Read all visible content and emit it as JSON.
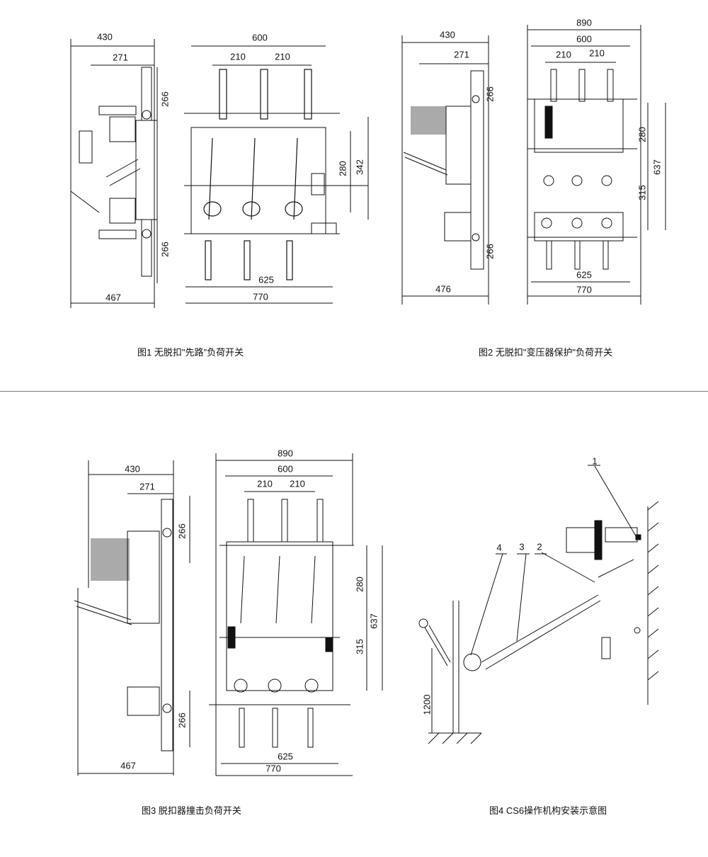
{
  "figures": [
    {
      "caption": "图1 无脱扣\"先路\"负荷开关",
      "dims": {
        "w430": "430",
        "w271": "271",
        "w600": "600",
        "w210a": "210",
        "w210b": "210",
        "h266top": "266",
        "h280": "280",
        "h342": "342",
        "h266bot": "266",
        "w625": "625",
        "w467": "467",
        "w770": "770"
      }
    },
    {
      "caption": "图2 无脱扣\"变压器保护\"负荷开关",
      "dims": {
        "w430": "430",
        "w271": "271",
        "w890": "890",
        "w600": "600",
        "w210a": "210",
        "w210b": "210",
        "h266top": "266",
        "h280": "280",
        "h637": "637",
        "h315": "315",
        "h266bot": "266",
        "w476": "476",
        "w625": "625",
        "w770": "770"
      }
    },
    {
      "caption": "图3 脱扣器撞击负荷开关",
      "dims": {
        "w430": "430",
        "w271": "271",
        "w890": "890",
        "w600": "600",
        "w210a": "210",
        "w210b": "210",
        "h266top": "266",
        "h280": "280",
        "h637": "637",
        "h315": "315",
        "h266bot": "266",
        "w625": "625",
        "w467": "467",
        "w770": "770"
      }
    },
    {
      "caption": "图4 CS6操作机构安装示意图",
      "labels": {
        "p1": "1",
        "p2": "2",
        "p3": "3",
        "p4": "4",
        "h1200": "1200"
      }
    }
  ]
}
